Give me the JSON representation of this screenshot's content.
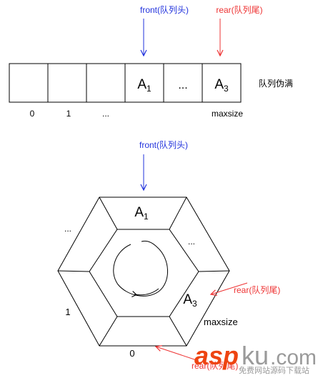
{
  "colors": {
    "front": "#2233dd",
    "rear": "#ee3333",
    "line": "#000000",
    "watermark_orange": "#ee4411",
    "watermark_gray": "#9a9a9a"
  },
  "linear_queue": {
    "front_label": "front(队列头)",
    "rear_label": "rear(队列尾)",
    "cells": [
      "",
      "",
      "",
      "A1",
      "...",
      "A3"
    ],
    "indices": [
      "0",
      "1",
      "...",
      "maxsize"
    ],
    "status_label": "队列伪满"
  },
  "circular_queue": {
    "front_label": "front(队列头)",
    "rear_label_right": "rear(队列尾)",
    "rear_label_bottom": "rear(队列尾)",
    "cell_top": "A1",
    "cell_bottom_right": "A3",
    "ellipsis_upper_left": "...",
    "ellipsis_upper_right": "...",
    "label_left": "1",
    "label_bottom": "0",
    "label_right": "maxsize"
  },
  "watermark": {
    "brand_asp": "asp",
    "brand_ku": "ku",
    "brand_com": ".com",
    "tagline": "免费网站源码下载站"
  }
}
